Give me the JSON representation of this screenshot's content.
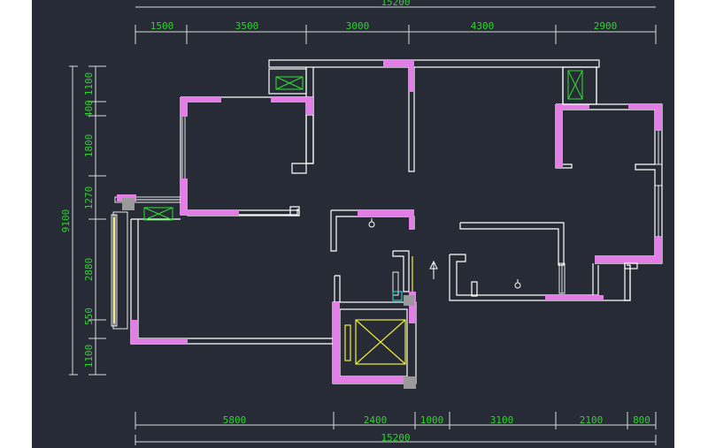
{
  "top_dims": {
    "total": "15200",
    "segments": [
      "1500",
      "3500",
      "3000",
      "4300",
      "2900"
    ]
  },
  "bottom_dims": {
    "total": "15200",
    "segments": [
      "5800",
      "2400",
      "1000",
      "3100",
      "2100",
      "800"
    ]
  },
  "left_dims": {
    "total": "9100",
    "segments": [
      "1100",
      "400",
      "1800",
      "1270",
      "2880",
      "550",
      "1100"
    ]
  },
  "colors": {
    "background": "#262b35",
    "dimension_text": "#2fd32f",
    "column_fill": "#e27ee6",
    "wall_line": "#ffffff",
    "ac_unit": "#2ee02e",
    "shaft": "#f2ee3a"
  },
  "icons": [
    "north-arrow-icon",
    "ceiling-light-icon",
    "ac-unit-icon",
    "elevator-shaft-icon"
  ]
}
